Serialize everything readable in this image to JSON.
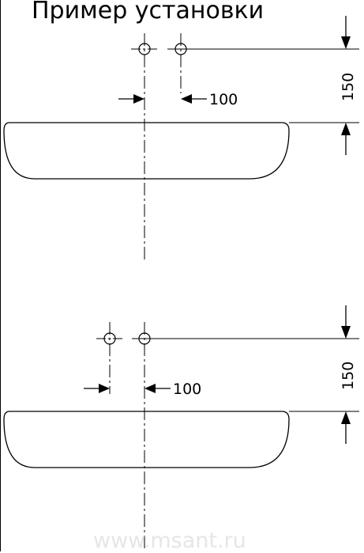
{
  "title": "Пример установки",
  "diagrams": [
    {
      "id": "top",
      "horizontal_dimension": "100",
      "vertical_dimension": "150",
      "offset_direction": "right"
    },
    {
      "id": "bottom",
      "horizontal_dimension": "100",
      "vertical_dimension": "150",
      "offset_direction": "left"
    }
  ],
  "watermark": "www.msant.ru",
  "colors": {
    "line": "#000000",
    "watermark": "#e6e6e6"
  }
}
